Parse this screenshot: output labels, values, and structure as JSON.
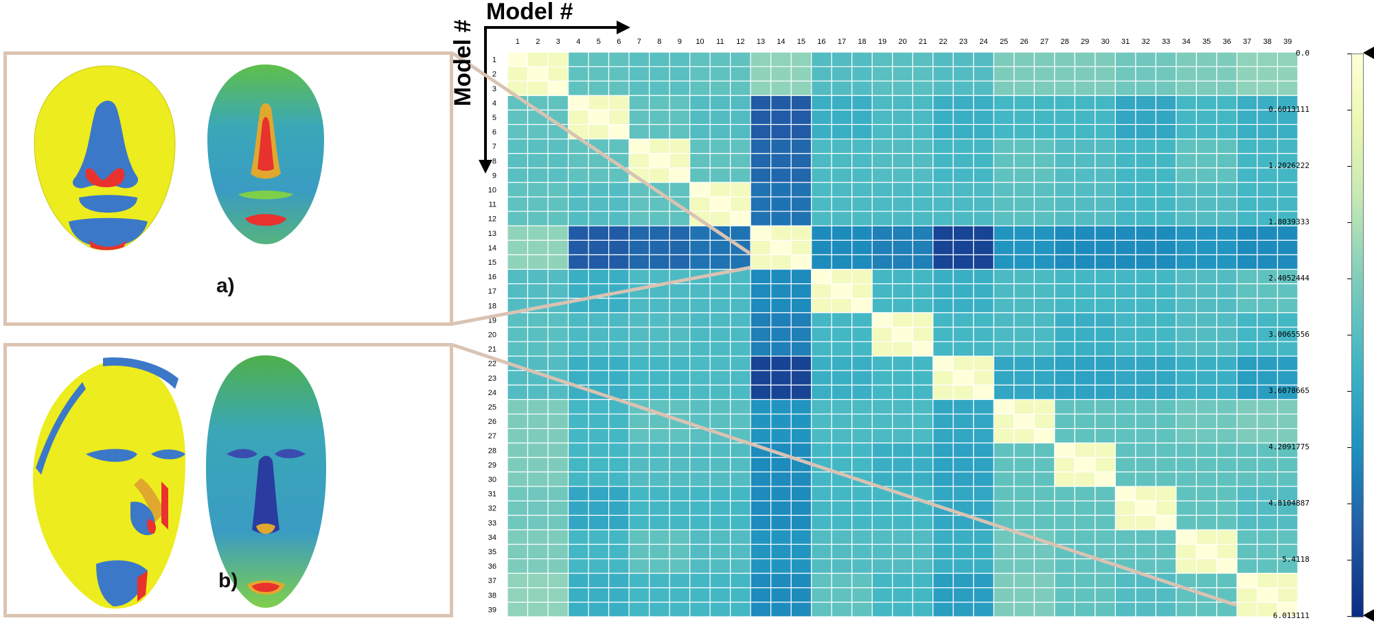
{
  "figure": {
    "panel_labels": {
      "a": "a)",
      "b": "b)"
    },
    "x_axis_title": "Model #",
    "y_axis_title": "Model #"
  },
  "chart_data": {
    "type": "heatmap",
    "title": "",
    "xlabel": "Model #",
    "ylabel": "Model #",
    "x_categories": [
      "1",
      "2",
      "3",
      "4",
      "5",
      "6",
      "7",
      "8",
      "9",
      "10",
      "11",
      "12",
      "13",
      "14",
      "15",
      "16",
      "17",
      "18",
      "19",
      "20",
      "21",
      "22",
      "23",
      "24",
      "25",
      "26",
      "27",
      "28",
      "29",
      "30",
      "31",
      "32",
      "33",
      "34",
      "35",
      "36",
      "37",
      "38",
      "39"
    ],
    "y_categories": [
      "1",
      "2",
      "3",
      "4",
      "5",
      "6",
      "7",
      "8",
      "9",
      "10",
      "11",
      "12",
      "13",
      "14",
      "15",
      "16",
      "17",
      "18",
      "19",
      "20",
      "21",
      "22",
      "23",
      "24",
      "25",
      "26",
      "27",
      "28",
      "29",
      "30",
      "31",
      "32",
      "33",
      "34",
      "35",
      "36",
      "37",
      "38",
      "39"
    ],
    "groups": [
      [
        0,
        2
      ],
      [
        3,
        5
      ],
      [
        6,
        8
      ],
      [
        9,
        11
      ],
      [
        12,
        14
      ],
      [
        15,
        17
      ],
      [
        18,
        20
      ],
      [
        21,
        23
      ],
      [
        24,
        26
      ],
      [
        27,
        29
      ],
      [
        30,
        32
      ],
      [
        33,
        35
      ],
      [
        36,
        38
      ]
    ],
    "within_group_value": 0.6,
    "diagonal_value": 0.0,
    "default_value": 3.4,
    "block_values": {
      "0-1": 3.0,
      "0-2": 3.1,
      "0-3": 3.0,
      "0-4": 2.4,
      "0-5": 3.2,
      "0-6": 3.1,
      "0-7": 3.2,
      "0-8": 2.6,
      "0-9": 2.6,
      "0-10": 2.8,
      "0-11": 2.6,
      "0-12": 2.4,
      "1-2": 3.0,
      "1-3": 3.2,
      "1-4": 5.2,
      "1-5": 3.6,
      "1-6": 3.3,
      "1-7": 3.6,
      "1-8": 3.4,
      "1-9": 3.4,
      "1-10": 3.8,
      "1-11": 3.4,
      "1-12": 3.6,
      "2-3": 3.0,
      "2-4": 5.0,
      "2-5": 3.3,
      "2-6": 3.2,
      "2-7": 3.4,
      "2-8": 3.0,
      "2-9": 3.2,
      "2-10": 3.4,
      "2-11": 3.0,
      "2-12": 3.4,
      "3-4": 4.8,
      "3-5": 3.3,
      "3-6": 3.3,
      "3-7": 3.3,
      "3-8": 3.1,
      "3-9": 3.2,
      "3-10": 3.4,
      "3-11": 3.2,
      "3-12": 3.4,
      "4-5": 4.4,
      "4-6": 4.6,
      "4-7": 5.6,
      "4-8": 4.2,
      "4-9": 4.4,
      "4-10": 4.4,
      "4-11": 4.2,
      "4-12": 4.4,
      "5-6": 3.4,
      "5-7": 3.6,
      "5-8": 3.3,
      "5-9": 3.4,
      "5-10": 3.4,
      "5-11": 3.2,
      "5-12": 3.0,
      "6-7": 3.4,
      "6-8": 3.3,
      "6-9": 3.6,
      "6-10": 3.4,
      "6-11": 3.2,
      "6-12": 3.4,
      "7-8": 3.8,
      "7-9": 3.9,
      "7-10": 3.8,
      "7-11": 3.6,
      "7-12": 4.0,
      "8-9": 3.0,
      "8-10": 3.0,
      "8-11": 2.8,
      "8-12": 2.6,
      "9-10": 3.0,
      "9-11": 3.0,
      "9-12": 3.0,
      "10-11": 3.0,
      "10-12": 3.2,
      "11-12": 3.0
    },
    "colorbar": {
      "ticks": [
        "0.0",
        "0.6013111",
        "1.2026222",
        "1.8039333",
        "2.4052444",
        "3.0065556",
        "3.6078665",
        "4.2091775",
        "4.8104887",
        "5.4118",
        "6.013111"
      ],
      "min": 0.0,
      "max": 6.013111,
      "colormap": [
        "#ffffd9",
        "#edf8b1",
        "#c7e9b4",
        "#7fcdbb",
        "#41b6c4",
        "#1d91c0",
        "#225ea8",
        "#0c2c84"
      ]
    }
  },
  "colors": {
    "frame": "#dcc4b2",
    "connector": "#d9c3b3",
    "face_yellow": "#ecec1e",
    "face_blue": "#3c78c8",
    "face_red": "#e8322d",
    "face_green": "#6abf4a"
  }
}
